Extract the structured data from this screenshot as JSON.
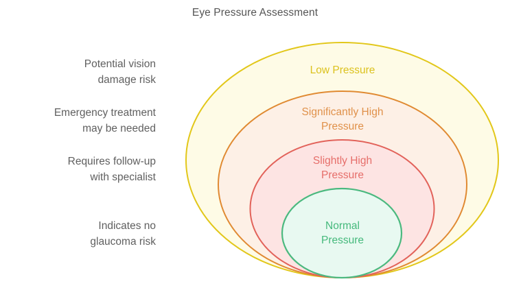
{
  "title": "Eye Pressure Assessment",
  "levels": [
    {
      "id": "low",
      "label_lines": [
        "Low Pressure"
      ],
      "description_lines": [
        "Potential vision",
        "damage risk"
      ],
      "stroke": "#e2c71a",
      "fill": "#fefbe6",
      "text_color": "#dcc21e"
    },
    {
      "id": "significantly-high",
      "label_lines": [
        "Significantly High",
        "Pressure"
      ],
      "description_lines": [
        "Emergency treatment",
        "may be needed"
      ],
      "stroke": "#e08a32",
      "fill": "#fdf0e6",
      "text_color": "#e0914a"
    },
    {
      "id": "slightly-high",
      "label_lines": [
        "Slightly High",
        "Pressure"
      ],
      "description_lines": [
        "Requires follow-up",
        "with specialist"
      ],
      "stroke": "#e2625a",
      "fill": "#fde4e3",
      "text_color": "#e66e6a"
    },
    {
      "id": "normal",
      "label_lines": [
        "Normal",
        "Pressure"
      ],
      "description_lines": [
        "Indicates no",
        "glaucoma risk"
      ],
      "stroke": "#4bb97f",
      "fill": "#e8f9f1",
      "text_color": "#45b97c"
    }
  ]
}
